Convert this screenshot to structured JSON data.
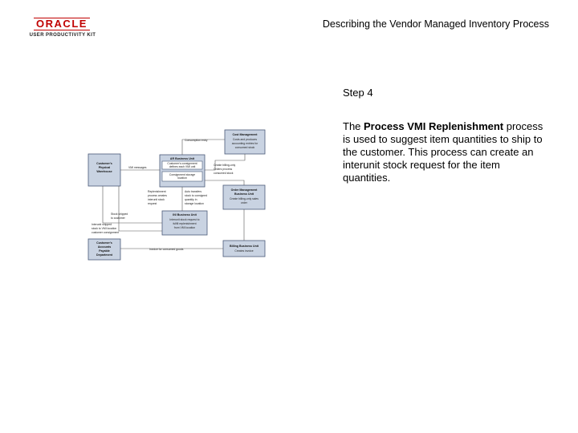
{
  "logo": {
    "brand": "ORACLE",
    "product": "USER PRODUCTIVITY KIT"
  },
  "header": {
    "title": "Describing the Vendor Managed Inventory Process"
  },
  "content": {
    "step_label": "Step 4",
    "desc_prefix": "The ",
    "desc_bold": "Process VMI Replenishment",
    "desc_suffix": " process is used to suggest item quantities to ship to the customer. This process can create an interunit stock request for the item quantities."
  },
  "diagram": {
    "boxes": {
      "customer_warehouse": [
        "Customer's",
        "Physical",
        "Warehouse"
      ],
      "ap_unit_title": "AR Business Unit",
      "ap_unit_inner1": [
        "Customer's consignment",
        "defines each VMI unit"
      ],
      "ap_unit_inner2": [
        "Consignment storage",
        "location"
      ],
      "cost_mgmt_title": "Cost Management",
      "cost_mgmt_body": [
        "Costs and produces",
        "accounting entries for",
        "consumed stock"
      ],
      "order_mgmt_title": [
        "Order Management",
        "Business Unit"
      ],
      "order_mgmt_body": [
        "Create billing-only sales",
        "order"
      ],
      "inv_unit_title": "IN/ Business Unit",
      "inv_unit_body": [
        "Interunit stock request to",
        "fulfill replenishment",
        "from VMI location"
      ],
      "payables_title": [
        "Customer's",
        "Accounts",
        "Payable",
        "Department"
      ],
      "billing_title": "Billing Business Unit",
      "billing_body": "Creates invoice"
    },
    "labels": {
      "consumption": "Consumption entry",
      "vmi_message": "VMI messages",
      "bill_only": [
        "Create billing-only",
        "Orders process",
        "consumed stock"
      ],
      "replenishment": [
        "Replenishment",
        "process creates",
        "interunit stock",
        "request"
      ],
      "auto_transfer": [
        "Auto transfers",
        "stock to consigned",
        "quantity in",
        "storage location"
      ],
      "stock_shipped": [
        "Stock shipped",
        "to customer"
      ],
      "interunit_shipped": [
        "Interunit shipped",
        "stock to VMI location",
        "customer consignment"
      ],
      "invoice": "Invoice for consumed goods"
    }
  }
}
